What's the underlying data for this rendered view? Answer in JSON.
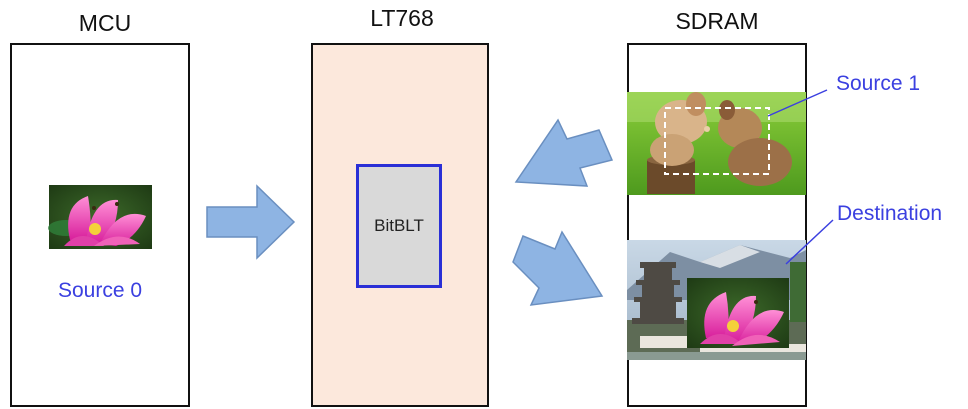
{
  "columns": {
    "mcu": "MCU",
    "lt768": "LT768",
    "sdram": "SDRAM"
  },
  "mcu": {
    "source_label": "Source 0"
  },
  "lt768": {
    "engine_label": "BitBLT"
  },
  "sdram": {
    "source1_callout": "Source 1",
    "destination_callout": "Destination"
  },
  "colors": {
    "accent_text": "#3b40e0",
    "lt768_fill": "#fce8dc",
    "bitblt_border": "#2a2fd6",
    "bitblt_fill": "#d9d9d9",
    "arrow_fill": "#8eb4e3",
    "arrow_stroke": "#6a8fc0"
  },
  "icons": {
    "flower_image": "pink-lotus-photo",
    "puppies_image": "puppies-photo",
    "temple_image": "temple-landscape-photo"
  }
}
